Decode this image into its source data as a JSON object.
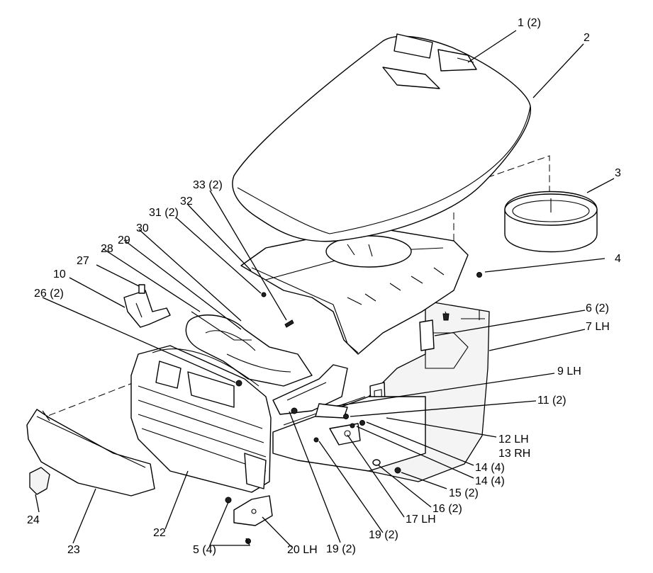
{
  "callouts": {
    "c1": "1 (2)",
    "c2": "2",
    "c3": "3",
    "c4": "4",
    "c6": "6 (2)",
    "c7": "7 LH",
    "c9": "9 LH",
    "c10": "10",
    "c11": "11 (2)",
    "c12": "12 LH",
    "c13": "13 RH",
    "c14a": "14 (4)",
    "c14b": "14 (4)",
    "c15": "15 (2)",
    "c16": "16 (2)",
    "c17": "17 LH",
    "c19a": "19 (2)",
    "c19b": "19 (2)",
    "c20": "20 LH",
    "c22": "22",
    "c23": "23",
    "c24": "24",
    "c5": "5 (4)",
    "c26": "26 (2)",
    "c27": "27",
    "c28": "28",
    "c29": "29",
    "c30": "30",
    "c31": "31 (2)",
    "c32": "32",
    "c33": "33 (2)"
  }
}
